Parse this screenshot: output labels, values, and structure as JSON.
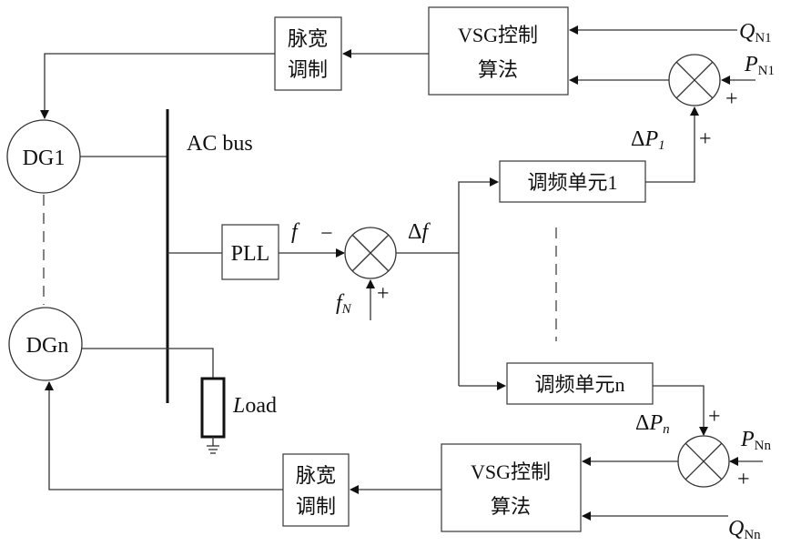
{
  "blocks": {
    "pwm_top": [
      "脉宽",
      "调制"
    ],
    "vsg_top": [
      "VSG控制",
      "算法"
    ],
    "pwm_bottom": [
      "脉宽",
      "调制"
    ],
    "vsg_bottom": [
      "VSG控制",
      "算法"
    ],
    "pll": "PLL",
    "fm_unit_1": "调频单元1",
    "fm_unit_n": "调频单元n"
  },
  "sources": {
    "dg1": "DG1",
    "dgn": "DGn"
  },
  "bus_label": "AC bus",
  "load_label": {
    "italic": "L",
    "rest": "oad"
  },
  "signals": {
    "q_n1": {
      "main": "Q",
      "sub": "N1"
    },
    "p_n1": {
      "main": "P",
      "sub": "N1"
    },
    "q_nn": {
      "main": "Q",
      "sub": "Nn"
    },
    "p_nn": {
      "main": "P",
      "sub": "Nn"
    },
    "dp1": {
      "delta": "Δ",
      "main": "P",
      "sub": "1"
    },
    "dpn": {
      "delta": "Δ",
      "main": "P",
      "sub": "n"
    },
    "f": "f",
    "df": {
      "delta": "Δ",
      "main": "f"
    },
    "fn": {
      "main": "f",
      "sub": "N"
    }
  },
  "signs": {
    "plus": "+",
    "minus": "−"
  }
}
